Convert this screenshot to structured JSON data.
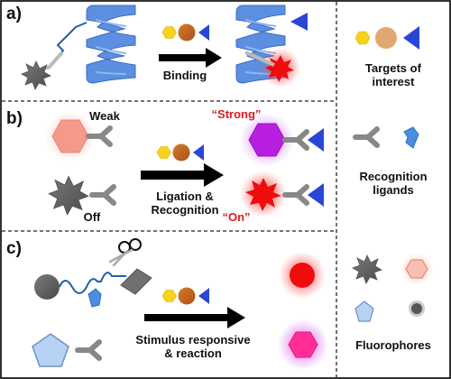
{
  "panels": {
    "a": {
      "letter": "a)",
      "arrow_label": "Binding"
    },
    "b": {
      "letter": "b)",
      "weak_label": "Weak",
      "strong_label": "“Strong”",
      "off_label": "Off",
      "on_label": "“On”",
      "arrow_label_1": "Ligation &",
      "arrow_label_2": "Recognition"
    },
    "c": {
      "letter": "c)",
      "arrow_label_1": "Stimulus responsive",
      "arrow_label_2": "& reaction"
    }
  },
  "legend": {
    "targets_1": "Targets of",
    "targets_2": "interest",
    "ligands_1": "Recognition",
    "ligands_2": "ligands",
    "fluorophores": "Fluorophores"
  },
  "icons": {
    "target_hexagon": "yellow-hexagon-icon",
    "target_circle": "orange-circle-icon",
    "target_triangle": "blue-triangle-icon",
    "ligand_y": "y-ligand-icon",
    "ligand_chevron": "chevron-ligand-icon",
    "scissors": "scissors-icon",
    "sunburst": "sunburst-fluorophore-icon",
    "pentagon": "pentagon-fluorophore-icon"
  },
  "colors": {
    "blue": "#2946d6",
    "yellow": "#f7d21f",
    "orange": "#c5651b",
    "pink": "#f59a8a",
    "red": "#f00c0c",
    "magenta": "#b81fe0",
    "grey": "#7d7d7d",
    "light_blue": "#5d9ad8"
  }
}
